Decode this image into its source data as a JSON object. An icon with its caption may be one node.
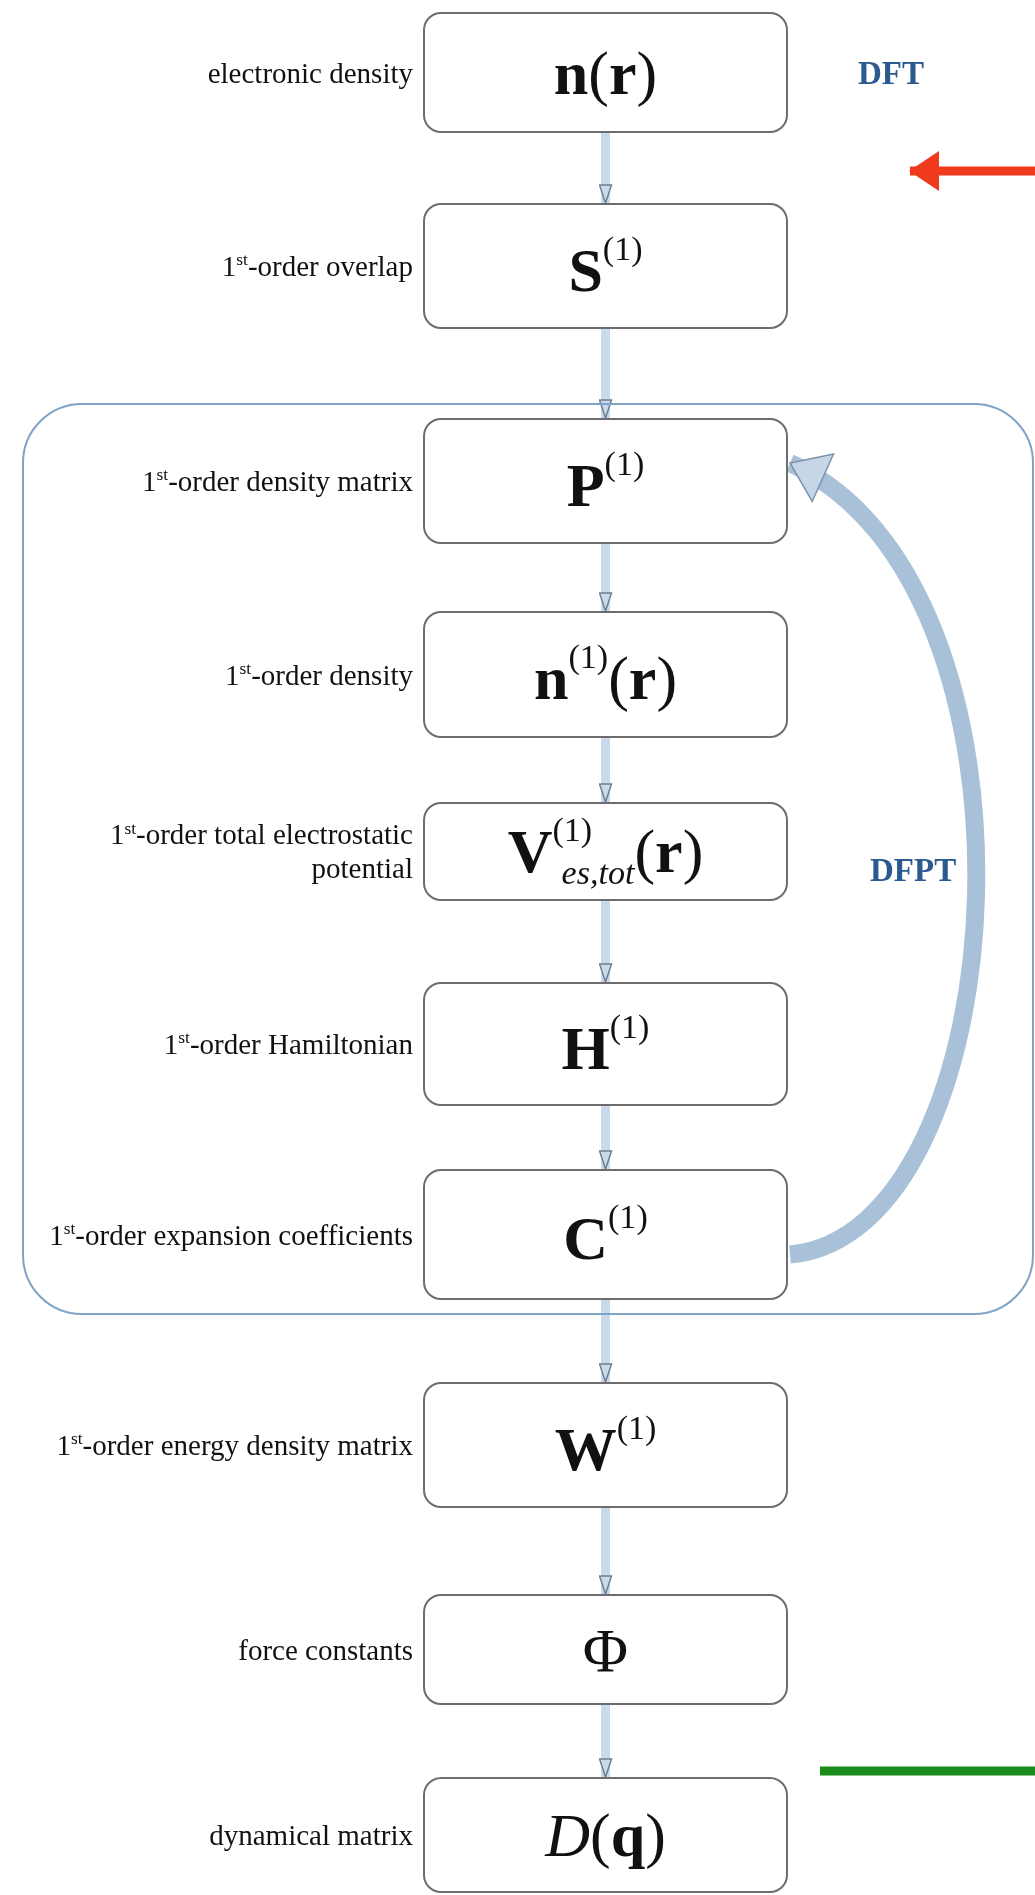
{
  "diagram": {
    "nodes": [
      {
        "text": [
          "**n**(**r**)"
        ],
        "beside": [
          "electronic density"
        ]
      },
      {
        "text": [
          "**S**$^{(1)}$"
        ],
        "beside": [
          "1$^{st}$-order overlap"
        ]
      },
      {
        "text": [
          "DFPT"
        ]
      },
      {
        "text": [
          "**P**$^{(1)}$"
        ],
        "beside": [
          "1$^{st}$-order density matrix"
        ],
        "in": 2
      },
      {
        "text": [
          "**n**$^{(1)}$(**r**)"
        ],
        "beside": [
          "1$^{st}$-order density"
        ],
        "in": 2
      },
      {
        "text": [
          "**V**$^{(1)}$$_{es,tot}$(**r**)"
        ],
        "beside": [
          "1$^{st}$-order total electrostatic potential"
        ],
        "in": 2
      },
      {
        "text": [
          "**H**$^{(1)}$"
        ],
        "beside": [
          "1$^{st}$-order Hamiltonian"
        ],
        "in": 2
      },
      {
        "text": [
          "**C**$^{(1)}$"
        ],
        "beside": [
          "1$^{st}$-order expansion coefficients"
        ],
        "in": 2
      },
      {
        "text": [
          "**W**$^{(1)}$"
        ],
        "beside": [
          "1$^{st}$-order energy density matrix"
        ]
      },
      {
        "text": [
          "Φ"
        ],
        "beside": [
          "force constants"
        ]
      },
      {
        "text": [
          "*D*(**q**)"
        ],
        "beside": [
          "dynamical matrix"
        ]
      }
    ],
    "edges": [
      {
        "from": 0,
        "to": 1,
        "arrow": "to"
      },
      {
        "from": 1,
        "to": 3,
        "arrow": "to"
      },
      {
        "from": 3,
        "to": 4,
        "arrow": "to"
      },
      {
        "from": 4,
        "to": 5,
        "arrow": "to"
      },
      {
        "from": 5,
        "to": 6,
        "arrow": "to"
      },
      {
        "from": 6,
        "to": 7,
        "arrow": "to"
      },
      {
        "from": 7,
        "to": 3,
        "arrow": "to",
        "style": "thick"
      },
      {
        "from": 7,
        "to": 8,
        "arrow": "to"
      },
      {
        "from": 8,
        "to": 9,
        "arrow": "to"
      },
      {
        "from": 9,
        "to": 10,
        "arrow": "to"
      }
    ],
    "labels": [
      "DFT"
    ]
  }
}
